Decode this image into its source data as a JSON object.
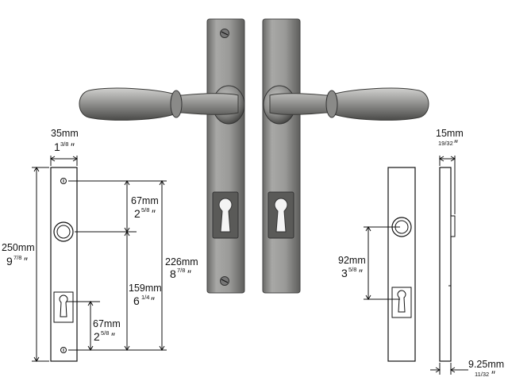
{
  "product": {
    "view": "pair of lever handles on rectangular backplates with euro cylinder cut-out"
  },
  "dimensions": {
    "plate_width": {
      "mm": "35mm",
      "in_whole": "1",
      "in_frac": "3/8",
      "in_mark": "″"
    },
    "plate_height": {
      "mm": "250mm",
      "in_whole": "9",
      "in_frac": "7/8",
      "in_mark": "″"
    },
    "fixing_centres": {
      "mm": "226mm",
      "in_whole": "8",
      "in_frac": "7/8",
      "in_mark": "″"
    },
    "top_fix_to_spindle": {
      "mm": "67mm",
      "in_whole": "2",
      "in_frac": "5/8",
      "in_mark": "″"
    },
    "spindle_to_bottom_fix": {
      "mm": "159mm",
      "in_whole": "6",
      "in_frac": "1/4",
      "in_mark": "″"
    },
    "cylinder_to_bottom_fix": {
      "mm": "67mm",
      "in_whole": "2",
      "in_frac": "5/8",
      "in_mark": "″"
    },
    "spindle_to_cylinder": {
      "mm": "92mm",
      "in_whole": "3",
      "in_frac": "5/8",
      "in_mark": "″"
    },
    "plate_depth": {
      "mm": "15mm",
      "in_frac": "19/32",
      "in_mark": "″"
    },
    "plate_thickness": {
      "mm": "9.25mm",
      "in_frac": "11/32",
      "in_mark": "″"
    }
  },
  "colors": {
    "metal_light": "#b8b8b6",
    "metal_mid": "#8c8c8a",
    "metal_dark": "#4a4a48",
    "line": "#111111"
  }
}
